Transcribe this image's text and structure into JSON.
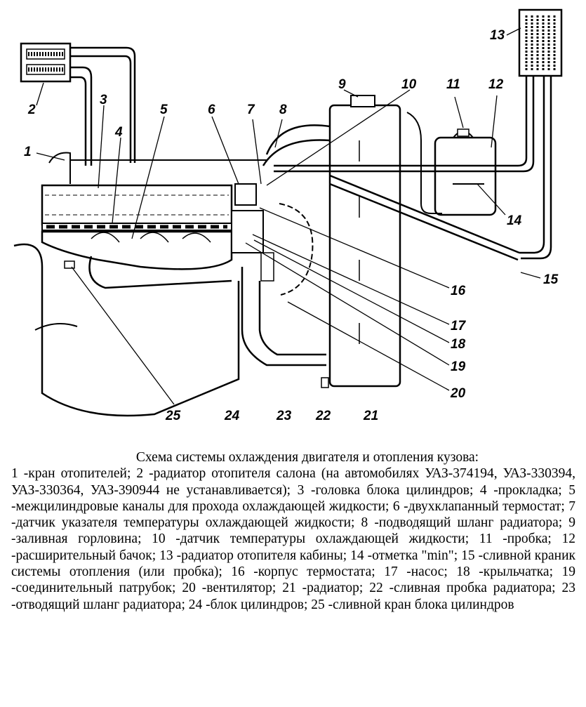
{
  "diagram": {
    "callouts": [
      "1",
      "2",
      "3",
      "4",
      "5",
      "6",
      "7",
      "8",
      "9",
      "10",
      "11",
      "12",
      "13",
      "14",
      "15",
      "16",
      "17",
      "18",
      "19",
      "20",
      "21",
      "22",
      "23",
      "24",
      "25"
    ]
  },
  "caption": {
    "title": "Схема системы охлаждения двигателя и отопления кузова:",
    "body": "1 -кран отопителей; 2 -радиатор отопителя салона (на автомобилях УАЗ-374194, УАЗ-330394, УАЗ-330364, УАЗ-390944 не устанавливается); 3 -головка блока цилиндров; 4 -прокладка; 5 -межцилиндровые каналы для прохода охлаждающей жидкости; 6 -двухклапанный термостат; 7 -датчик указателя температуры охлаждающей жидкости; 8 -подводящий шланг радиатора; 9 -заливная горловина; 10 -датчик температуры охлаждающей жидкости; 11 -пробка; 12 -расширительный бачок; 13 -радиатор отопителя кабины; 14 -отметка \"min\"; 15 -сливной краник системы отопления (или пробка); 16 -корпус термостата; 17 -насос; 18 -крыльчатка; 19 -соединительный патрубок; 20 -вентилятор; 21 -радиатор; 22 -сливная пробка радиатора; 23 -отводящий шланг радиатора; 24 -блок цилиндров; 25 -сливной кран блока цилиндров"
  }
}
